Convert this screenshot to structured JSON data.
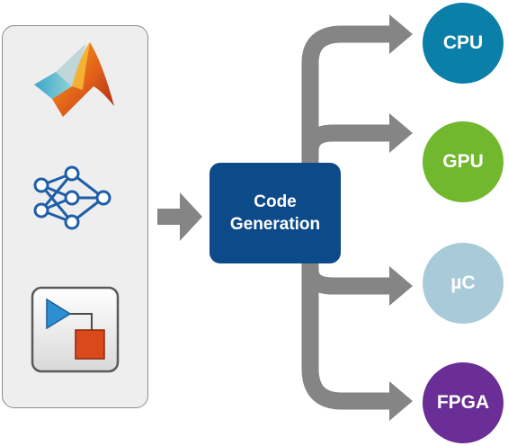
{
  "codegen": {
    "line1": "Code",
    "line2": "Generation"
  },
  "targets": [
    {
      "label": "CPU",
      "color": "#0a7fa8"
    },
    {
      "label": "GPU",
      "color": "#72b82e"
    },
    {
      "label": "µC",
      "color": "#a9cbd9"
    },
    {
      "label": "FPGA",
      "color": "#6a2e96"
    }
  ],
  "inputs": [
    {
      "icon": "matlab-icon"
    },
    {
      "icon": "neural-network-icon"
    },
    {
      "icon": "simulink-block-icon"
    }
  ],
  "colors": {
    "arrow": "#858585",
    "codegen_box": "#0d4a8a",
    "network_icon": "#1f5ea8"
  }
}
